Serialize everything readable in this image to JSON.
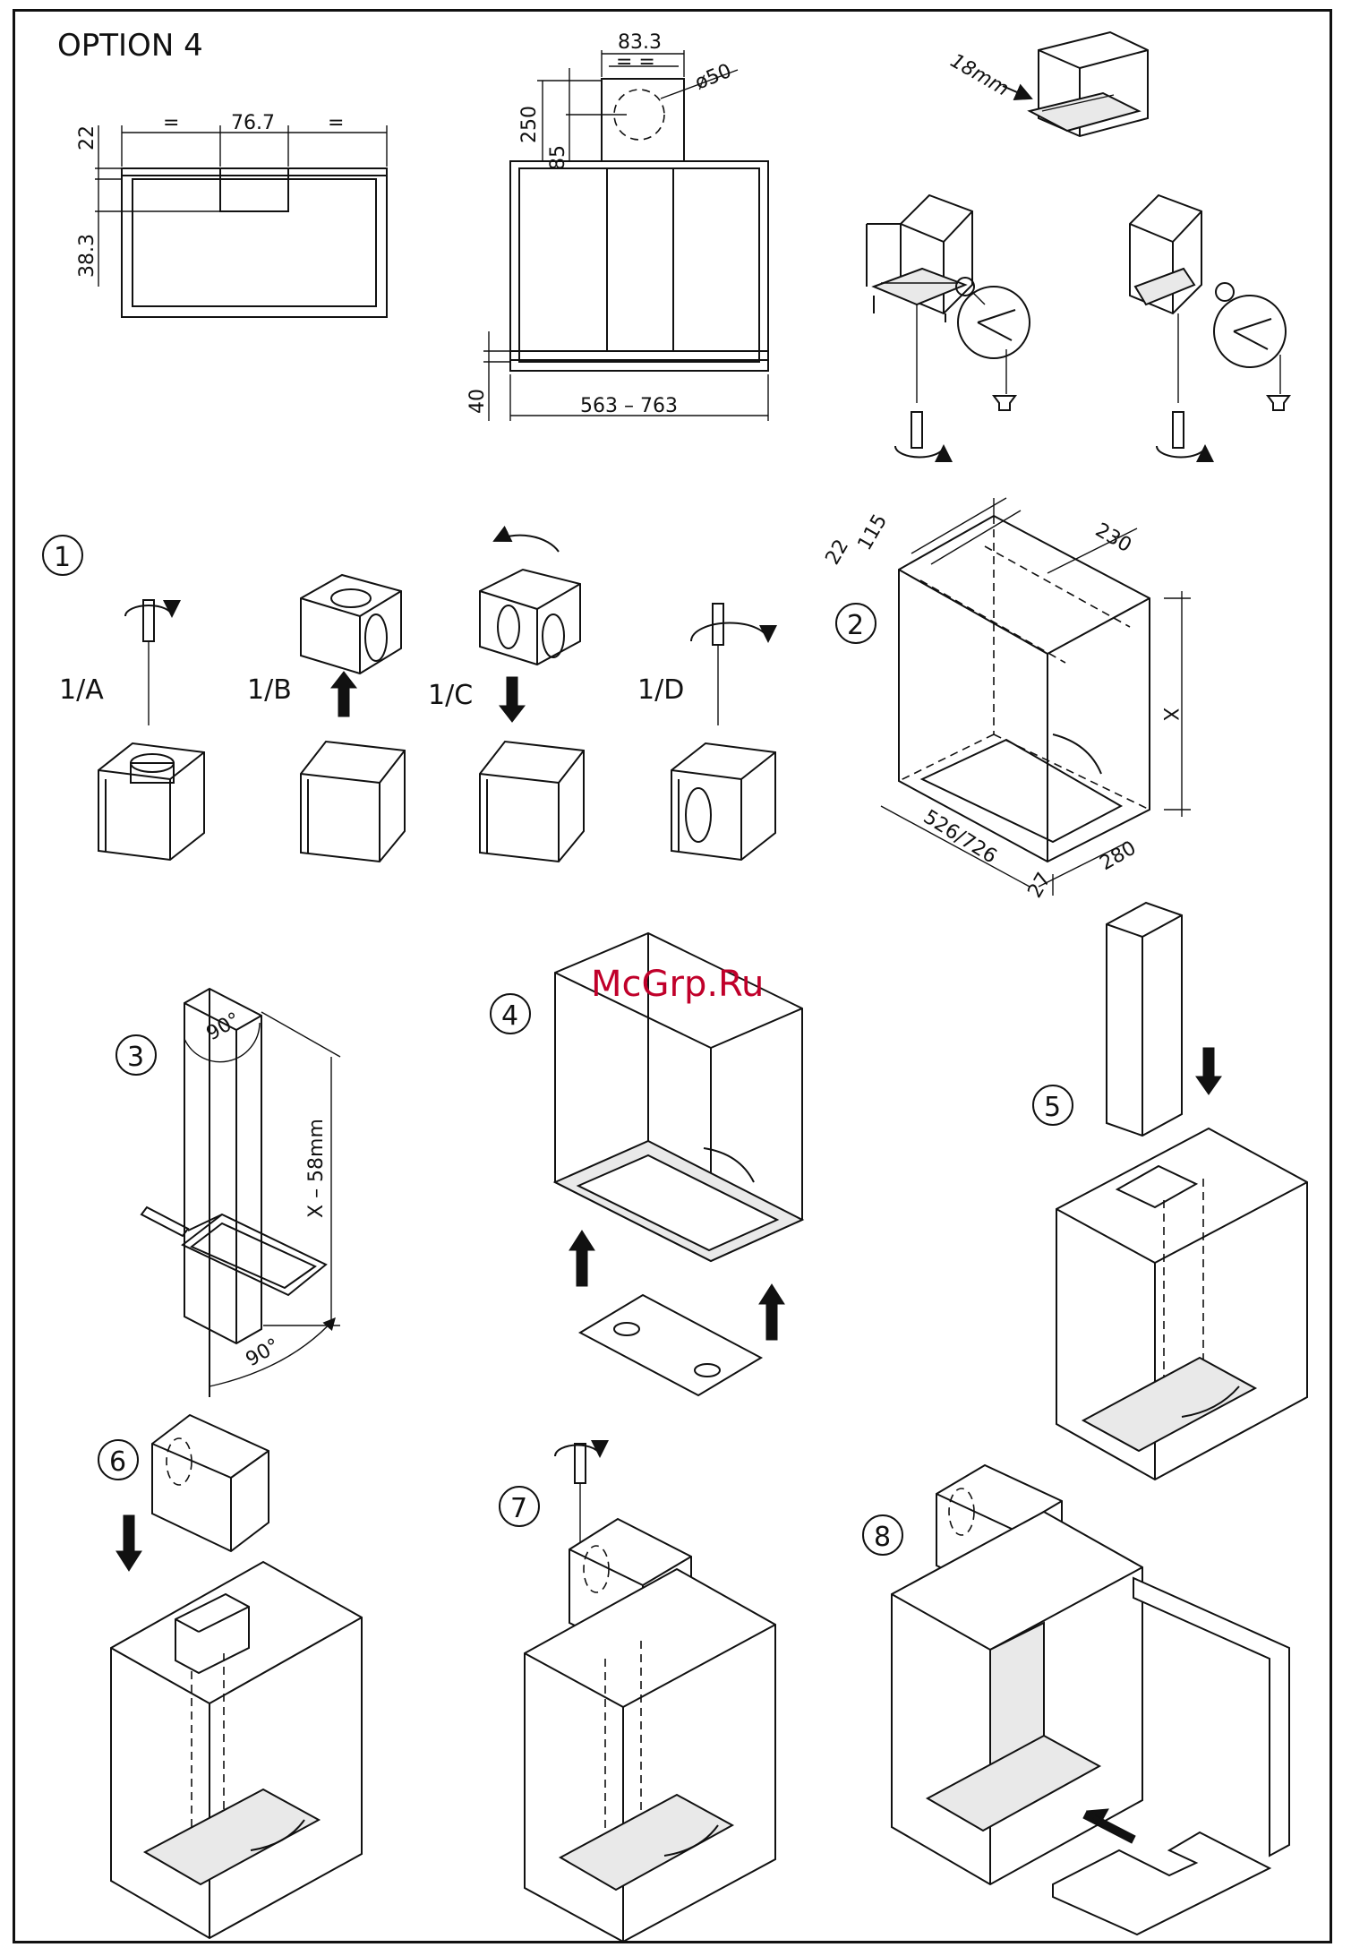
{
  "title": "OPTION  4",
  "watermark": "McGrp.Ru",
  "dims_top_view": {
    "d1": "=",
    "d2": "76.7",
    "d3": "=",
    "d4": "22",
    "d5": "38.3"
  },
  "dims_front_view": {
    "d1": "83.3",
    "d2": "= =",
    "d3": "ø50",
    "d4": "250",
    "d5": "85",
    "d6": "40",
    "d7": "563  –  763"
  },
  "dims_bracket": {
    "d1": "18mm"
  },
  "steps": {
    "s1": "1",
    "s1a": "1/A",
    "s1b": "1/B",
    "s1c": "1/C",
    "s1d": "1/D",
    "s2": "2",
    "s3": "3",
    "s4": "4",
    "s5": "5",
    "s6": "6",
    "s7": "7",
    "s8": "8"
  },
  "dims_step2": {
    "d1": "22",
    "d2": "115",
    "d3": "230",
    "d4": "X",
    "d5": "526/726",
    "d6": "27",
    "d7": "280"
  },
  "dims_step3": {
    "d1": "90°",
    "d2": "X – 58mm",
    "d3": "90°"
  }
}
